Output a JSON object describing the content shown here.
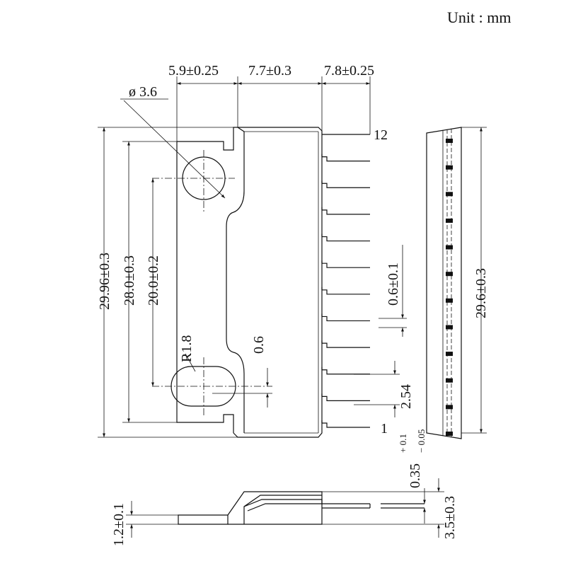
{
  "unit_label": "Unit : mm",
  "dimensions": {
    "top_left_width": "5.9±0.25",
    "top_mid_width": "7.7±0.3",
    "top_right_width": "7.8±0.25",
    "hole_diameter": "ø 3.6",
    "overall_height": "29.96±0.3",
    "body_height": "28.0±0.3",
    "hole_pitch": "20.0±0.2",
    "notch_radius": "R1.8",
    "notch_depth": "0.6",
    "pin_width": "0.6±0.1",
    "pin_pitch": "2.54",
    "side_height": "29.6±0.3",
    "lead_thickness_base": "0.35",
    "lead_thickness_plus": "+ 0.1",
    "lead_thickness_minus": "− 0.05",
    "fin_thickness": "1.2±0.1",
    "package_thickness": "3.5±0.3"
  },
  "pin_labels": {
    "last": "12",
    "first": "1"
  }
}
